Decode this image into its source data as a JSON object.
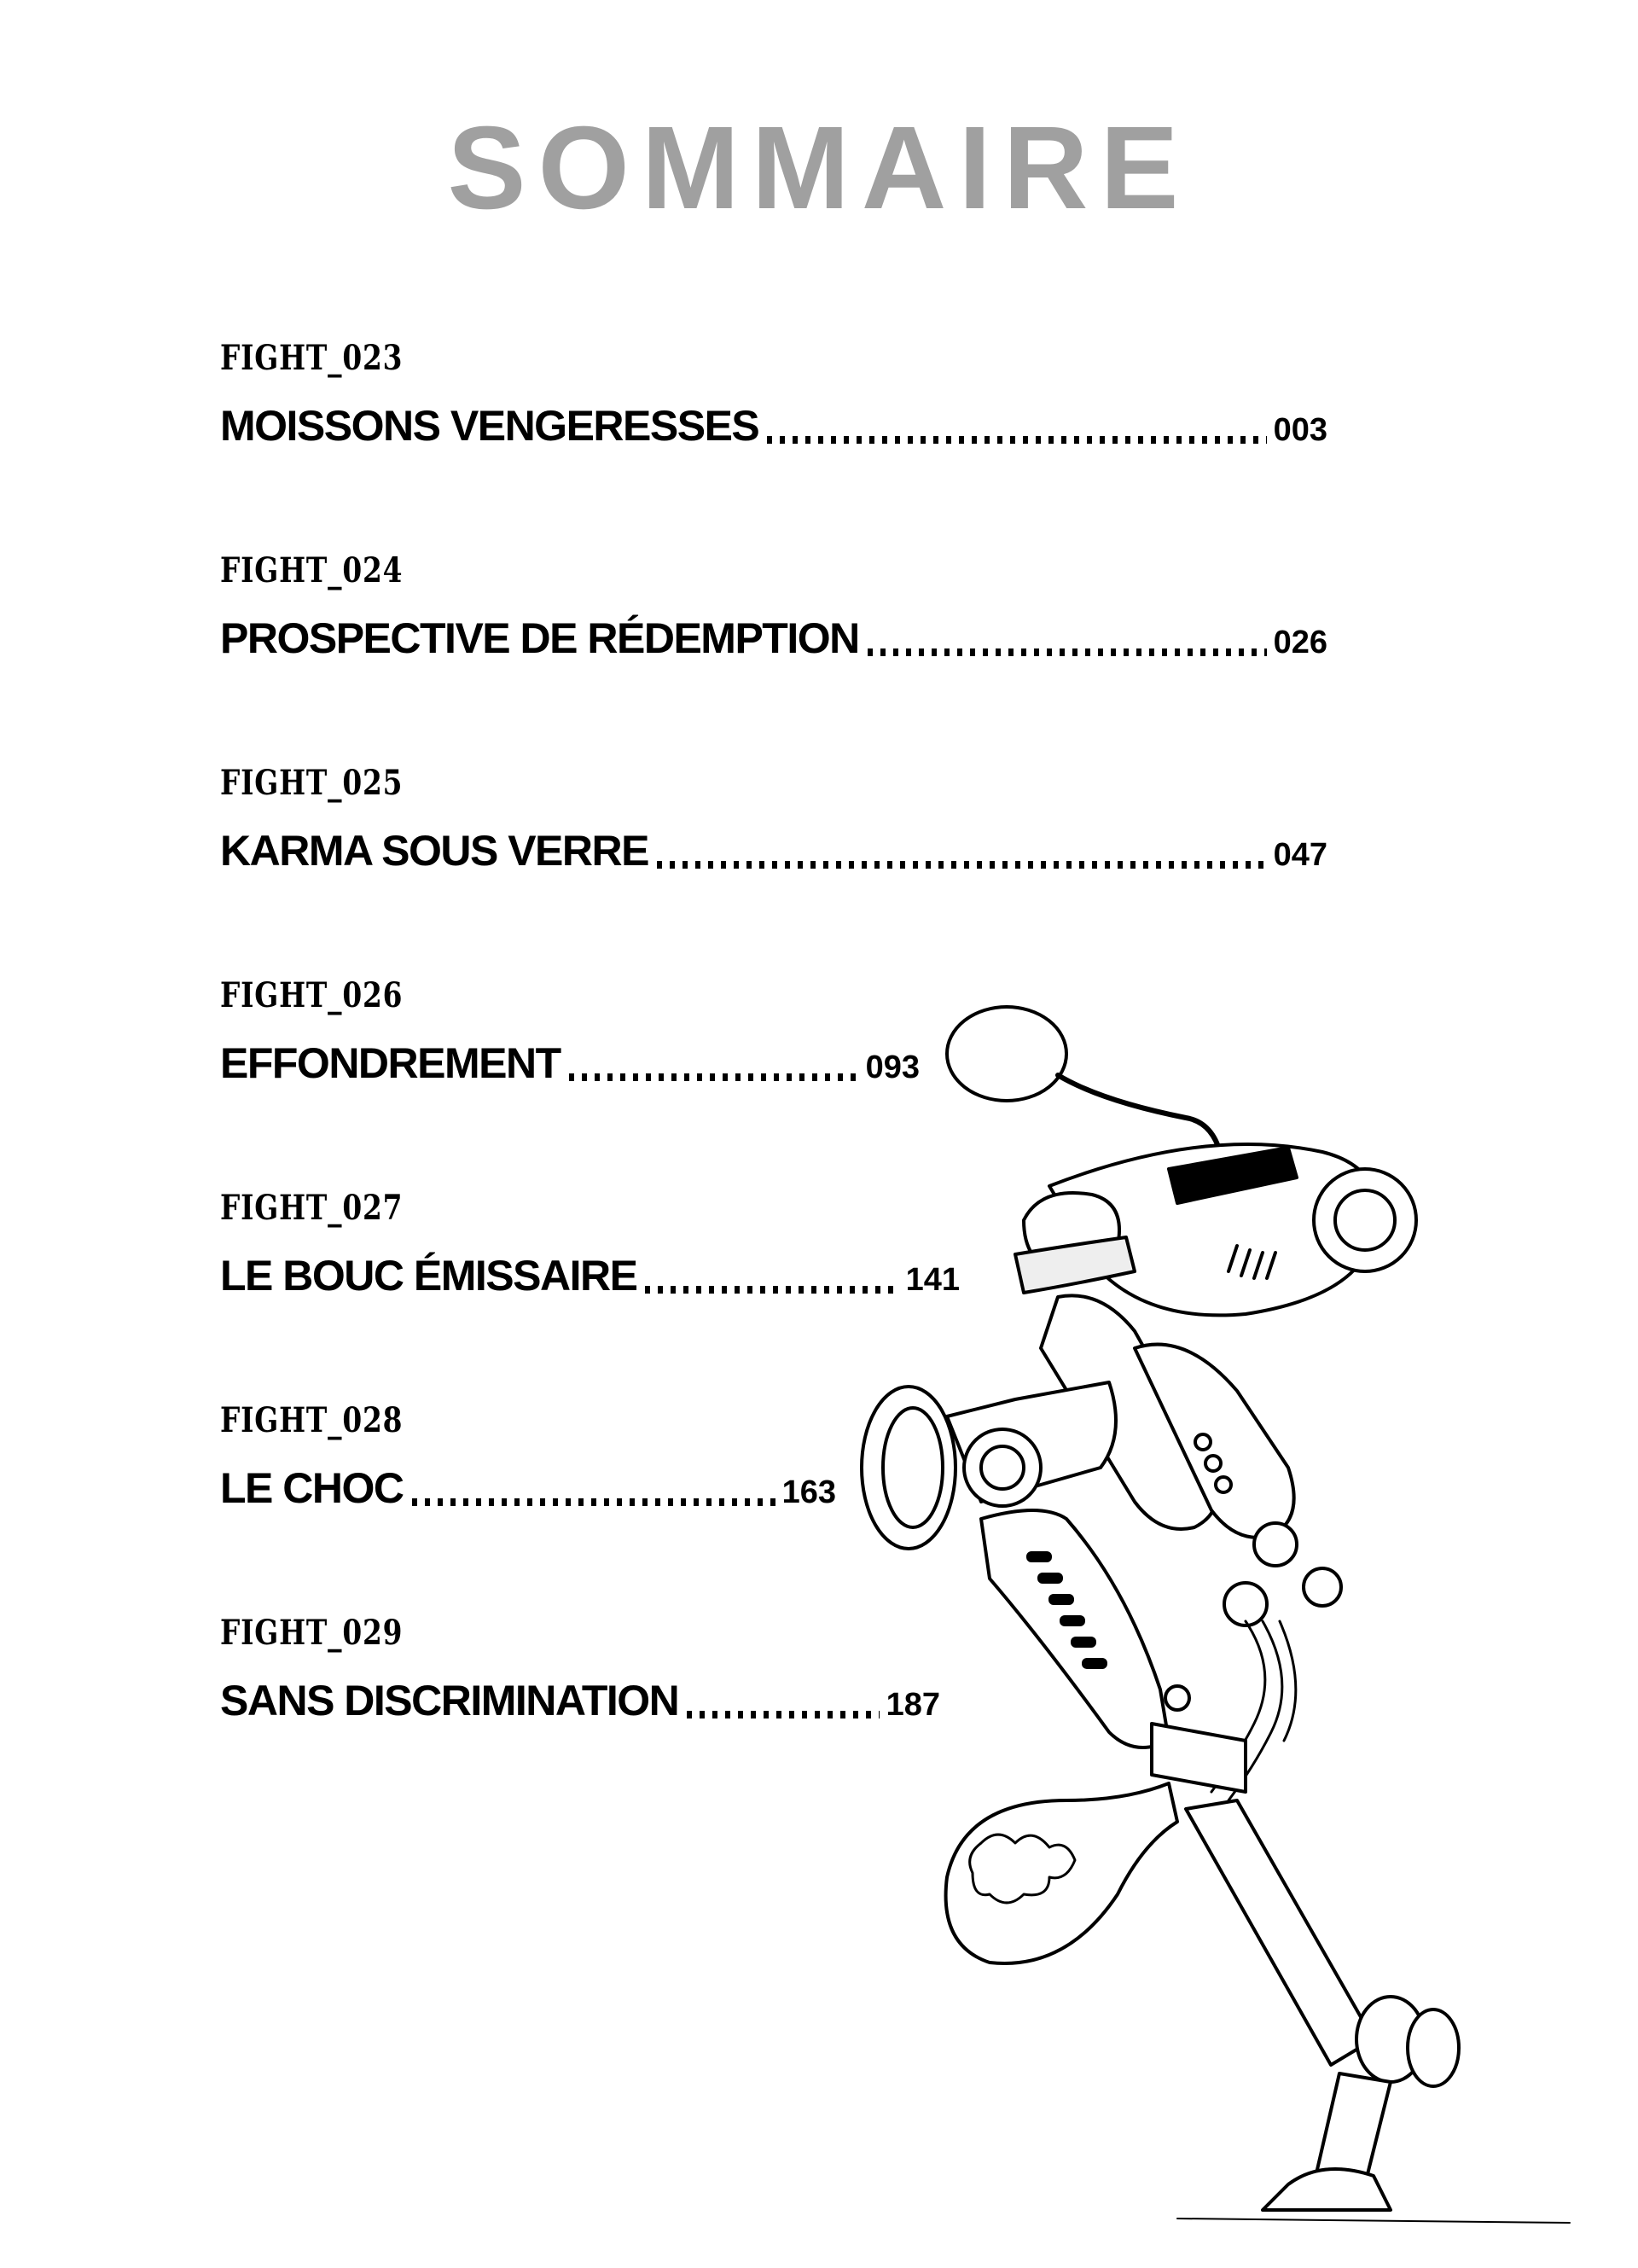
{
  "title": "SOMMAIRE",
  "entries": [
    {
      "fight": "FIGHT_023",
      "name": "MOISSONS VENGERESSES",
      "page": "003"
    },
    {
      "fight": "FIGHT_024",
      "name": "PROSPECTIVE DE RÉDEMPTION",
      "page": "026"
    },
    {
      "fight": "FIGHT_025",
      "name": "KARMA SOUS VERRE",
      "page": "047"
    },
    {
      "fight": "FIGHT_026",
      "name": "EFFONDREMENT",
      "page": "093"
    },
    {
      "fight": "FIGHT_027",
      "name": "LE BOUC ÉMISSAIRE",
      "page": "141"
    },
    {
      "fight": "FIGHT_028",
      "name": "LE CHOC",
      "page": "163"
    },
    {
      "fight": "FIGHT_029",
      "name": "SANS DISCRIMINATION",
      "page": "187"
    }
  ]
}
